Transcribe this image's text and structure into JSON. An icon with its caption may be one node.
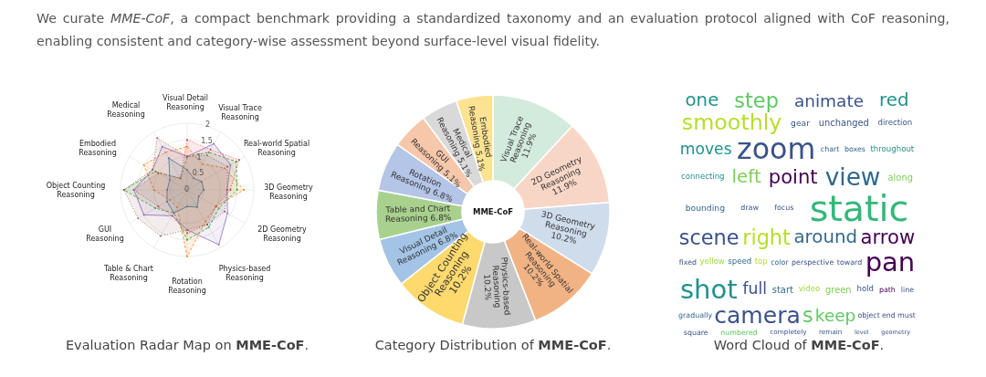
{
  "diagram": {
    "labels": [
      "We curate *MME-CoF*, a compact benchmark providing a standardized taxonomy and an evaluation protocol aligned with CoF reasoning, enabling consistent and category-wise assessment beyond surface-level visual fidelity.",
      "Visual Detail Reasoning",
      "Visual Trace Reasoning",
      "Real-world Spatial Reasoning",
      "3D Geometry Reasoning",
      "2D Geometry Reasoning",
      "Physics-based Reasoning",
      "Rotation Reasoning",
      "Table & Chart Reasoning",
      "GUI Reasoning",
      "Object Counting Reasoning",
      "Embodied Reasoning",
      "Medical Reasoning",
      "0",
      "0.5",
      "1",
      "1.5",
      "2",
      "Evaluation Radar Map on **MME-CoF**.",
      "Category Distribution of **MME-CoF**.",
      "one",
      "step",
      "animate",
      "red",
      "smoothly",
      "gear",
      "unchanged",
      "direction",
      "moves",
      "zoom",
      "chart",
      "boxes",
      "throughout",
      "connecting",
      "left",
      "point",
      "view",
      "along",
      "bounding",
      "draw",
      "focus",
      "static",
      "scene",
      "right",
      "around",
      "arrow",
      "fixed",
      "yellow",
      "speed",
      "top",
      "color",
      "perspective",
      "toward",
      "pan",
      "shot",
      "full",
      "start",
      "video",
      "green",
      "hold",
      "path",
      "line",
      "gradually",
      "camera",
      "s",
      "keep",
      "object",
      "end",
      "must",
      "square",
      "numbered",
      "completely",
      "remain",
      "level",
      "geometry",
      "Word Cloud of **MME-CoF**."
    ],
    "chart_data": {
      "type": "donut",
      "categories": [
        "Visual Trace Reasoning",
        "2D Geometry Reasoning",
        "3D Geometry Reasoning",
        "Real-world Spatial Reasoning",
        "Physics-based Reasoning",
        "Object Counting Reasoning",
        "Visual Detail Reasoning",
        "Table and Chart Reasoning",
        "Rotation Reasoning",
        "GUI Reasoning",
        "Medical Reasoning",
        "Embodied Reasoning"
      ],
      "series": [
        {
          "values": [
            11.9,
            11.9,
            10.2,
            10.2,
            10.2,
            10.2,
            6.8,
            6.8,
            6.8,
            5.1,
            5.1,
            5.1
          ],
          "colors": [
            "#d3ebdd",
            "#f8d6c6",
            "#cfdcec",
            "#f2b384",
            "#c8c8c8",
            "#fdd96e",
            "#a3c4e6",
            "#a9d18e",
            "#b4c5e7",
            "#f6c7aa",
            "#d9d9d9",
            "#fde391"
          ]
        }
      ],
      "value_labels": [
        "11.9%",
        "11.9%",
        "10.2%",
        "10.2%",
        "10.2%",
        "10.2%",
        "6.8%",
        "6.8%",
        "6.8%",
        "5.1%",
        "5.1%",
        "5.1%"
      ],
      "annotations": [
        "MME-CoF"
      ]
    }
  }
}
